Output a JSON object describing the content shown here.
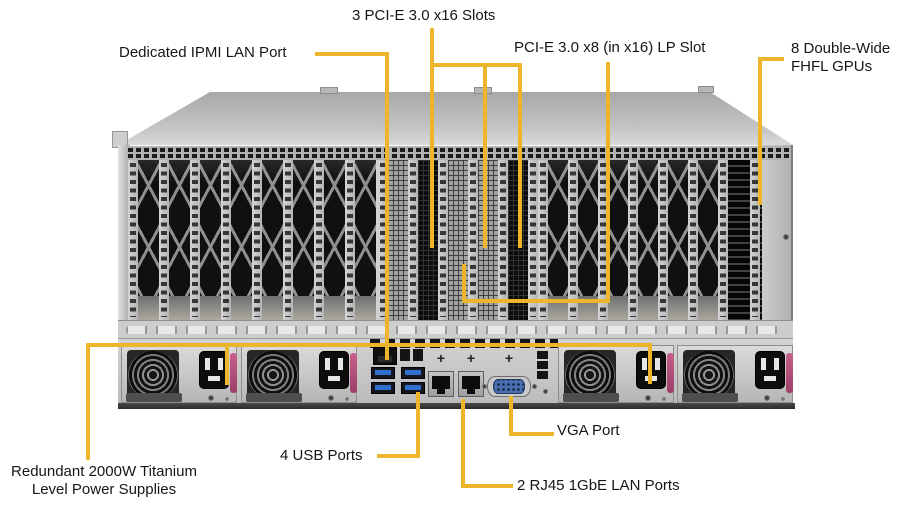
{
  "callouts": {
    "pcie_x16_slots": "3 PCI-E 3.0 x16 Slots",
    "ipmi_lan": "Dedicated IPMI LAN Port",
    "pcie_x8_lp": "PCI-E 3.0 x8 (in x16) LP Slot",
    "gpus": "8 Double-Wide\nFHFL GPUs",
    "psu": "Redundant 2000W Titanium\nLevel Power Supplies",
    "usb": "4 USB Ports",
    "vga": "VGA Port",
    "lan": "2 RJ45 1GbE LAN Ports"
  },
  "symbols": {
    "plus": "+"
  },
  "colors": {
    "callout_line": "#EBB62C",
    "psu_handle": "#B5527C",
    "usb_port": "#2E6FD0",
    "vga_port": "#4A6FAE",
    "chassis": "#C6C6C6",
    "slot_cavity": "#101010"
  }
}
